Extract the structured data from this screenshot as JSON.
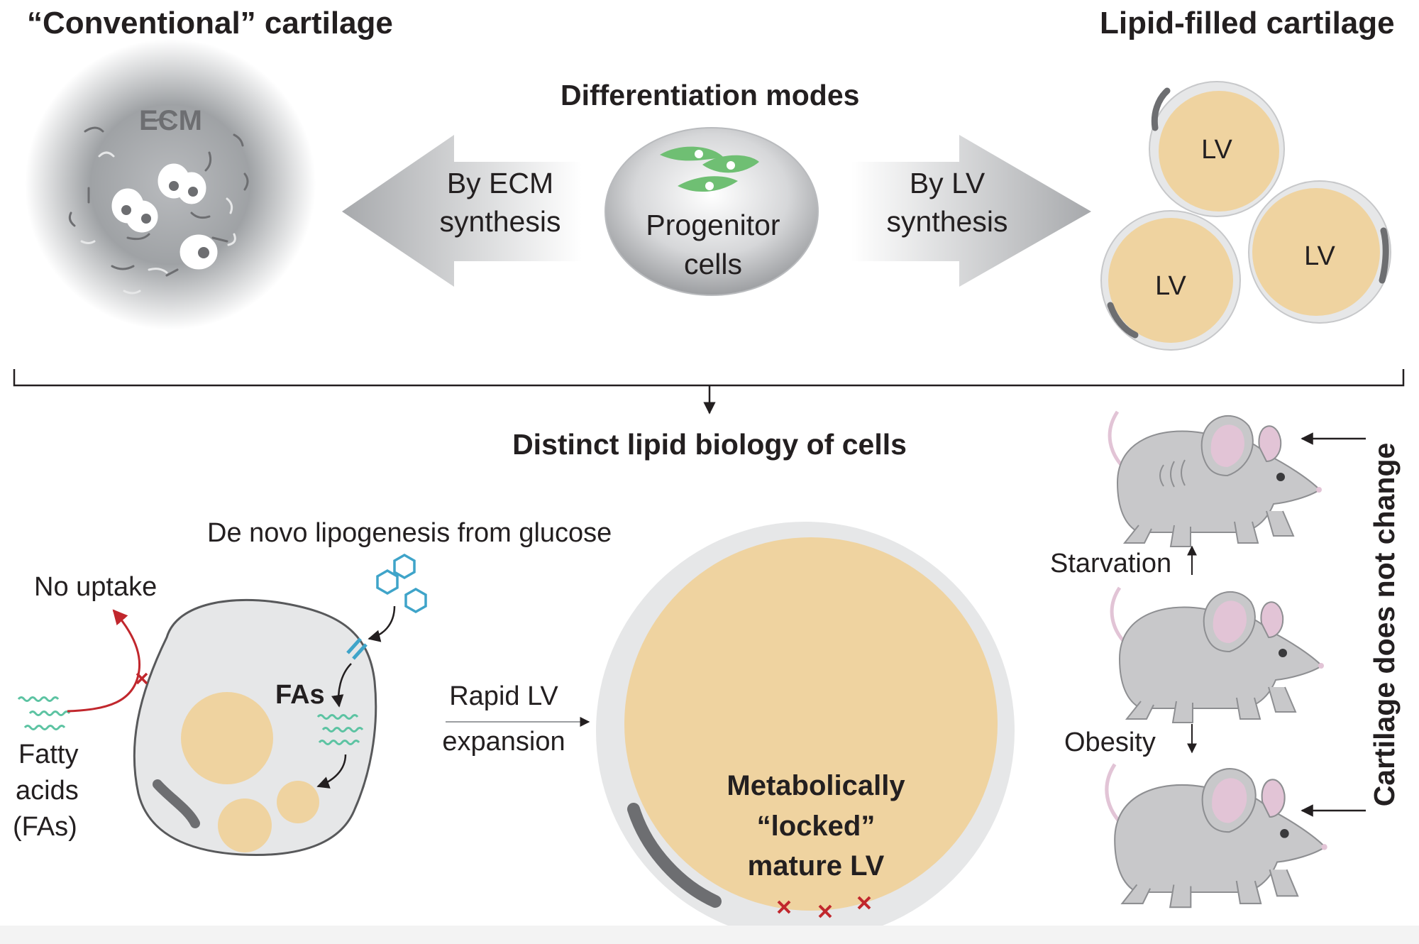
{
  "headings": {
    "conventional": "“Conventional” cartilage",
    "lipid_filled": "Lipid-filled cartilage",
    "differentiation_modes": "Differentiation modes",
    "distinct_lipid_biology": "Distinct lipid biology of cells"
  },
  "top": {
    "ecm_label": "ECM",
    "by_ecm": [
      "By ECM",
      "synthesis"
    ],
    "progenitor": [
      "Progenitor",
      "cells"
    ],
    "by_lv": [
      "By LV",
      "synthesis"
    ],
    "lv_labels": [
      "LV",
      "LV",
      "LV"
    ]
  },
  "bottom": {
    "de_novo": "De novo lipogenesis from glucose",
    "no_uptake": "No uptake",
    "fatty_acids": [
      "Fatty",
      "acids",
      "(FAs)"
    ],
    "fas": "FAs",
    "rapid_lv": [
      "Rapid LV",
      "expansion"
    ],
    "mature_lv": [
      "Metabolically",
      "“locked”",
      "mature LV"
    ],
    "starvation": "Starvation",
    "obesity": "Obesity",
    "cartilage_no_change": "Cartilage does not change"
  },
  "colors": {
    "lipid": "#efd3a0",
    "cell_gray": "#e6e7e8",
    "text": "#231f20",
    "inhibit_red": "#c1272d",
    "fatty_acid_green": "#5cc3a2",
    "glucose_blue": "#3fa4c9",
    "progenitor_green": "#6fbf73",
    "mouse_gray": "#c8c8ca",
    "mouse_ear_pink": "#e2c4d6"
  },
  "icons": {
    "glucose": "hexagon-icon",
    "inhibition": "x-mark-icon",
    "transporter": "transporter-icon",
    "mouse": "mouse-icon"
  }
}
